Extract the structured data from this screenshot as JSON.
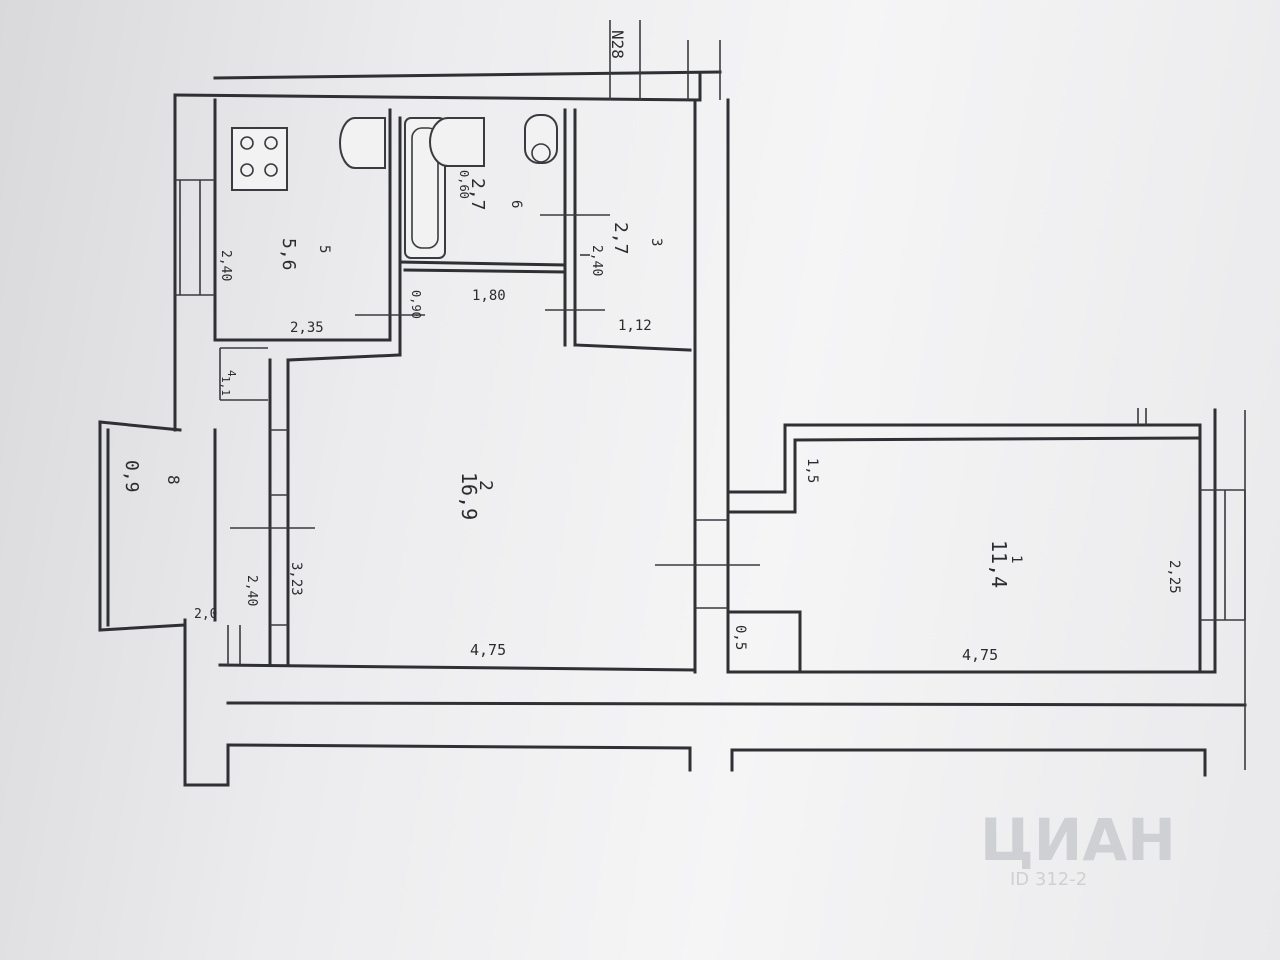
{
  "drawing": {
    "corner_mark": "N28",
    "rooms": [
      {
        "id": "1",
        "no": "1",
        "area": "11,4",
        "width": "4,75",
        "depth": "2,25",
        "side": "1,5"
      },
      {
        "id": "2",
        "no": "2",
        "area": "16,9",
        "width": "4,75",
        "side": "3,23",
        "height": "2,40"
      },
      {
        "id": "3",
        "no": "3",
        "area": "2,7",
        "width": "1,12",
        "height": "2,40"
      },
      {
        "id": "4",
        "no": "4",
        "area": "1,1"
      },
      {
        "id": "5",
        "no": "5",
        "area": "5,6",
        "width": "2,35",
        "height": "2,40"
      },
      {
        "id": "6",
        "no": "6",
        "area": "2,7",
        "width": "1,80",
        "side": "0,60"
      },
      {
        "id": "8",
        "no": "8",
        "area": "0,9",
        "width": "2,0"
      }
    ],
    "labels": {
      "r1_no": "1",
      "r1_area": "11,4",
      "r1_width": "4,75",
      "r1_depth": "2,25",
      "r1_side": "1,5",
      "r2_no": "2",
      "r2_area": "16,9",
      "r2_width": "4,75",
      "r2_side": "3,23",
      "r2_h": "2,40",
      "r3_no": "3",
      "r3_area": "2,7",
      "r3_width": "1,12",
      "r3_h": "2,40",
      "r4_no": "4",
      "r4_area": "1,1",
      "r5_no": "5",
      "r5_area": "5,6",
      "r5_width": "2,35",
      "r5_h": "2,40",
      "r6_no": "6",
      "r6_area": "2,7",
      "r6_width": "1,80",
      "r6_side": "0,60",
      "r8_no": "8",
      "r8_area": "0,9",
      "r8_width": "2,0",
      "door": "0,90",
      "closet": "0,5"
    }
  },
  "watermark": {
    "text": "ЦИАН",
    "sub": "ID 312-2"
  }
}
